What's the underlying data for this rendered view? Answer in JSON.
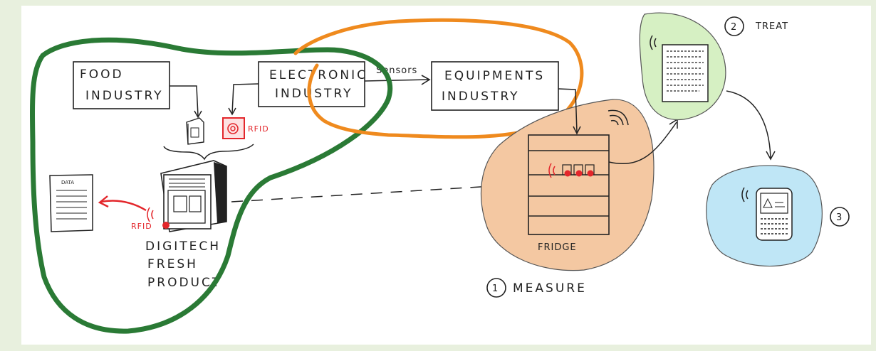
{
  "labels": {
    "food_industry_line1": "FOOD",
    "food_industry_line2": "INDUSTRY",
    "electronic_line1": "ELECTRONIC",
    "electronic_line2": "INDUSTRY",
    "equipments_line1": "EQUIPMENTS",
    "equipments_line2": "INDUSTRY",
    "sensors": "Sensors",
    "rfid_tag": "RFID",
    "rfid_product": "RFID",
    "data_doc": "DATA",
    "product_line1": "DIGITECH",
    "product_line2": "FRESH",
    "product_line3": "PRODUCT",
    "fridge": "FRIDGE",
    "step1_number": "1",
    "step1_label": "MEASURE",
    "step2_number": "2",
    "step2_label": "TREAT",
    "step3_number": "3"
  },
  "colors": {
    "background": "#e8f0de",
    "green_outline": "#2a7a35",
    "orange_outline": "#ef8a1e",
    "red": "#e3262b",
    "fridge_blob": "#f4c8a2",
    "treat_blob": "#d6f0c3",
    "phone_blob": "#bfe6f6"
  },
  "icons": [
    "food-package-icon",
    "rfid-tag-icon",
    "product-box-icon",
    "document-icon",
    "fridge-icon",
    "wifi-signal-icon",
    "report-document-icon",
    "smartphone-icon"
  ]
}
